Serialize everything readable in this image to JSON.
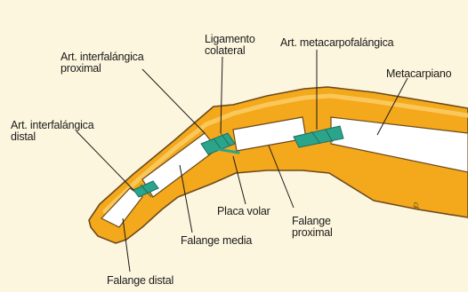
{
  "labels": {
    "ligamento_colateral": [
      "Ligamento",
      "colateral"
    ],
    "art_metacarpofalangica": "Art. metacarpofalángica",
    "art_ifp": [
      "Art. interfalángica",
      "proximal"
    ],
    "metacarpiano": "Metacarpiano",
    "art_ifd": [
      "Art. interfalángica",
      "distal"
    ],
    "placa_volar": "Placa volar",
    "falange_proximal": [
      "Falange",
      "proximal"
    ],
    "falange_media": "Falange media",
    "falange_distal": "Falange distal"
  },
  "colors": {
    "background": "#fdf6de",
    "finger_orange": "#f4a81c",
    "bone_white": "#ffffff",
    "ligament_teal": "#2aa58c",
    "outline": "#6b4a1a",
    "label_text": "#1a1a1a"
  }
}
